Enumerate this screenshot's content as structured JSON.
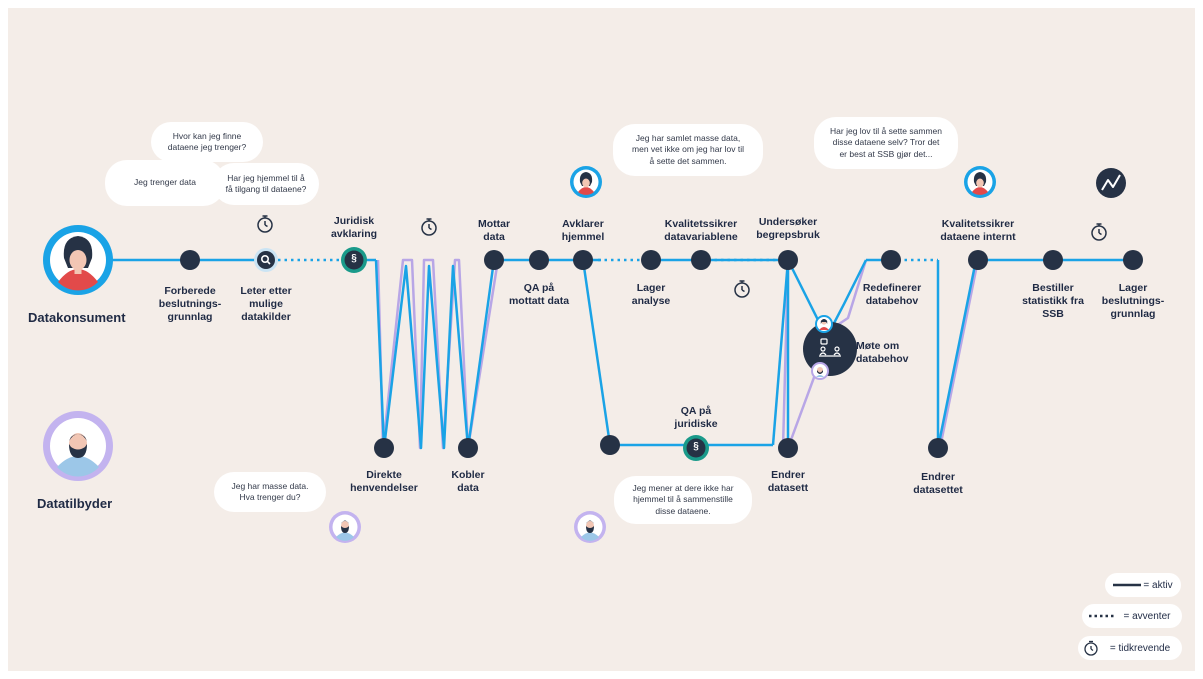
{
  "roles": {
    "consumer": "Datakonsument",
    "provider": "Datatilbyder"
  },
  "steps": {
    "forberede": "Forberede\nbeslutnings-\ngrunnlag",
    "leter": "Leter etter\nmulige\ndatakilder",
    "juridisk": "Juridisk\navklaring",
    "mottar": "Mottar\ndata",
    "qa_mottatt": "QA på\nmottatt data",
    "avklarer": "Avklarer\nhjemmel",
    "kvalitetssikrer_var": "Kvalitetssikrer\ndatavariablene",
    "lager_analyse": "Lager\nanalyse",
    "undersoker": "Undersøker\nbegrepsbruk",
    "redefinerer": "Redefinerer\ndatabehov",
    "mote": "Møte om\ndatabehov",
    "kvalitetssikrer_int": "Kvalitetssikrer\ndataene internt",
    "bestiller": "Bestiller\nstatistikk fra\nSSB",
    "lager_beslutning": "Lager\nbeslutnings-\ngrunnlag",
    "direkte": "Direkte\nhenvendelser",
    "kobler": "Kobler\ndata",
    "qa_juridiske": "QA på\njuridiske",
    "endrer_datasett": "Endrer\ndatasett",
    "endrer_datasettet": "Endrer\ndatasettet"
  },
  "bubbles": {
    "hvor_kan": "Hvor kan jeg finne\ndataene jeg trenger?",
    "trenger": "Jeg trenger data",
    "hjemmel_tilgang": "Har jeg hjemmel til å\nfå tilgang til dataene?",
    "samlet": "Jeg har samlet masse data,\nmen vet ikke om jeg har lov til\nå sette det sammen.",
    "lov_sette": "Har jeg lov til å sette sammen\ndisse dataene selv? Tror det\ner best at SSB gjør det...",
    "masse_data": "Jeg har masse data.\nHva trenger du?",
    "mener": "Jeg mener at dere ikke har\nhjemmel til å sammenstille\ndisse dataene."
  },
  "symbols": {
    "paragraph": "§"
  },
  "icons": {
    "search": "search-icon",
    "timer": "stopwatch-icon",
    "meeting": "meeting-icon",
    "growth": "trend-icon"
  },
  "legend": {
    "active": "= aktiv",
    "waiting": "= avventer",
    "time": "= tidkrevende"
  },
  "colors": {
    "blue": "#1aa3e6",
    "purple": "#b8a6e6",
    "navy": "#263245",
    "teal": "#1a9a8a",
    "background": "#f4ede8"
  }
}
